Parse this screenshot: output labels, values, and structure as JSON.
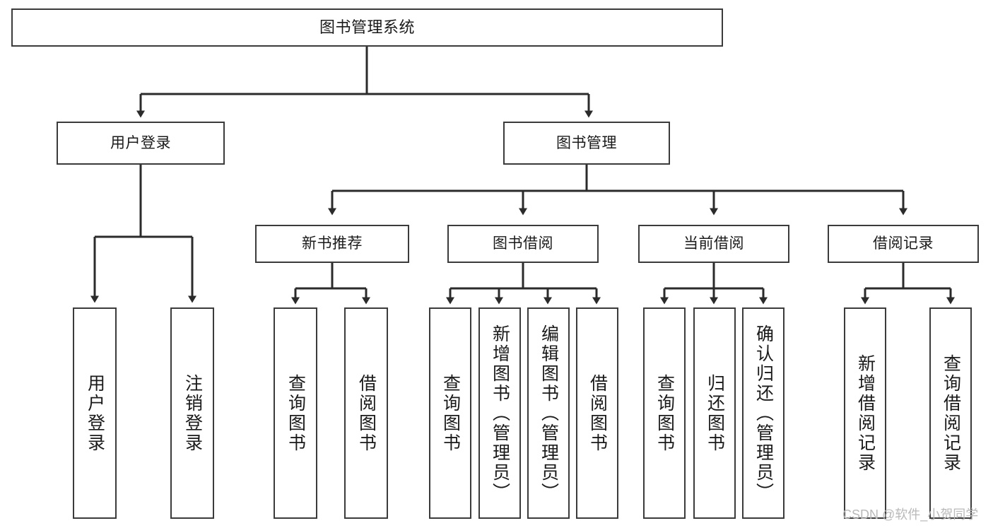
{
  "diagram": {
    "type": "tree",
    "title": "图书管理系统",
    "watermark": "CSDN @软件_小贺同学",
    "colors": {
      "stroke": "#3b3b3b",
      "background": "#ffffff",
      "text": "#1a1a1a",
      "watermark": "#b9b9b9"
    },
    "levels": {
      "root": [
        "图书管理系统"
      ],
      "level2": [
        "用户登录",
        "图书管理"
      ],
      "level3": [
        "新书推荐",
        "图书借阅",
        "当前借阅",
        "借阅记录"
      ],
      "leaves": [
        "用户登录",
        "注销登录",
        "查询图书",
        "借阅图书",
        "查询图书",
        "新增图书（管理员）",
        "编辑图书（管理员）",
        "借阅图书",
        "查询图书",
        "归还图书",
        "确认归还（管理员）",
        "新增借阅记录",
        "查询借阅记录"
      ]
    },
    "nodes": {
      "root": "图书管理系统",
      "user_login": "用户登录",
      "book_manage": "图书管理",
      "new_book_rec": "新书推荐",
      "book_borrow": "图书借阅",
      "current_borrow": "当前借阅",
      "borrow_record": "借阅记录",
      "leaf_user_login": "用户登录",
      "leaf_logout": "注销登录",
      "leaf_query_book_1": "查询图书",
      "leaf_borrow_book_1": "借阅图书",
      "leaf_query_book_2": "查询图书",
      "leaf_add_book_admin": "新增图书（管理员）",
      "leaf_edit_book_admin": "编辑图书（管理员）",
      "leaf_borrow_book_2": "借阅图书",
      "leaf_query_book_3": "查询图书",
      "leaf_return_book": "归还图书",
      "leaf_confirm_return_admin": "确认归还（管理员）",
      "leaf_add_borrow_record": "新增借阅记录",
      "leaf_query_borrow_record": "查询借阅记录"
    },
    "edges": [
      {
        "from": "图书管理系统",
        "to": "用户登录"
      },
      {
        "from": "图书管理系统",
        "to": "图书管理"
      },
      {
        "from": "用户登录",
        "to": "用户登录"
      },
      {
        "from": "用户登录",
        "to": "注销登录"
      },
      {
        "from": "图书管理",
        "to": "新书推荐"
      },
      {
        "from": "图书管理",
        "to": "图书借阅"
      },
      {
        "from": "图书管理",
        "to": "当前借阅"
      },
      {
        "from": "图书管理",
        "to": "借阅记录"
      },
      {
        "from": "新书推荐",
        "to": "查询图书"
      },
      {
        "from": "新书推荐",
        "to": "借阅图书"
      },
      {
        "from": "图书借阅",
        "to": "查询图书"
      },
      {
        "from": "图书借阅",
        "to": "新增图书（管理员）"
      },
      {
        "from": "图书借阅",
        "to": "编辑图书（管理员）"
      },
      {
        "from": "图书借阅",
        "to": "借阅图书"
      },
      {
        "from": "当前借阅",
        "to": "查询图书"
      },
      {
        "from": "当前借阅",
        "to": "归还图书"
      },
      {
        "from": "当前借阅",
        "to": "确认归还（管理员）"
      },
      {
        "from": "借阅记录",
        "to": "新增借阅记录"
      },
      {
        "from": "借阅记录",
        "to": "查询借阅记录"
      }
    ]
  }
}
